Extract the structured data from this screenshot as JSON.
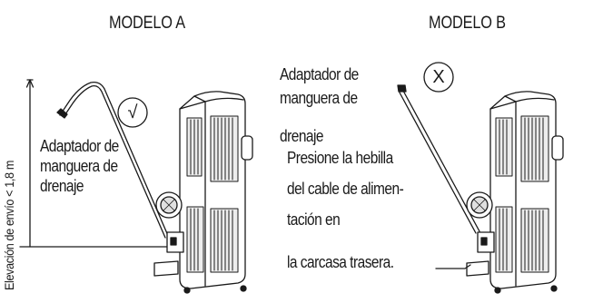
{
  "model_a": {
    "title": "MODELO A",
    "status_mark": "√",
    "hose_adapter_label": [
      "Adaptador de",
      "manguera de",
      "drenaje"
    ],
    "height_label": "Elevación de envío < 1,8 m"
  },
  "model_b": {
    "title": "MODELO B",
    "status_mark": "X",
    "hose_adapter_label": [
      "Adaptador de",
      "manguera de",
      "drenaje"
    ],
    "instruction_label": [
      "Presione la hebilla",
      "del cable de alimen-",
      "tación en",
      "la carcasa trasera."
    ]
  },
  "colors": {
    "line": "#1a1a1a",
    "unit_fill": "#ffffff",
    "unit_shade": "#e6e6e6",
    "background": "#ffffff"
  }
}
